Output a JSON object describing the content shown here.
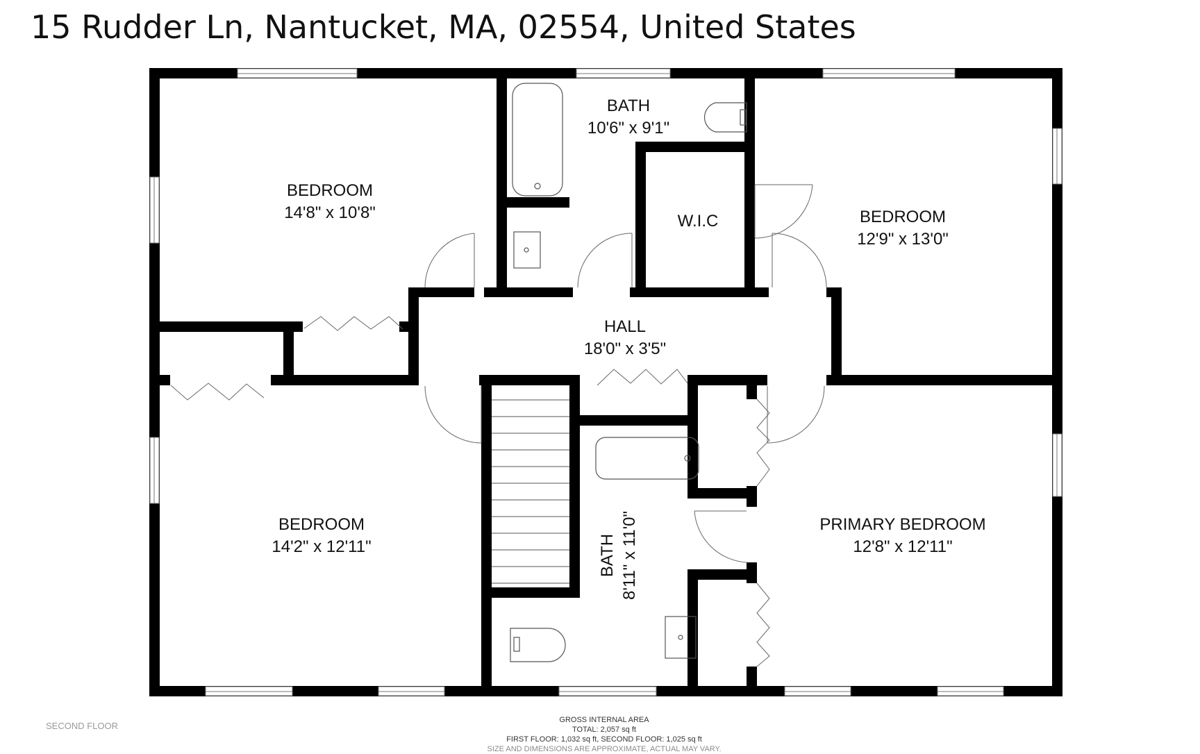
{
  "address": "15 Rudder Ln, Nantucket, MA, 02554, United States",
  "floor_name": "SECOND FLOOR",
  "rooms": {
    "bedroom_nw": {
      "name": "BEDROOM",
      "dims": "14'8\" x 10'8\""
    },
    "bath_top": {
      "name": "BATH",
      "dims": "10'6\" x 9'1\""
    },
    "wic": {
      "name": "W.I.C",
      "dims": ""
    },
    "bedroom_ne": {
      "name": "BEDROOM",
      "dims": "12'9\" x 13'0\""
    },
    "hall": {
      "name": "HALL",
      "dims": "18'0\" x 3'5\""
    },
    "bedroom_sw": {
      "name": "BEDROOM",
      "dims": "14'2\" x 12'11\""
    },
    "bath_mid": {
      "name": "BATH",
      "dims": "8'11\" x 11'0\""
    },
    "primary_bedroom": {
      "name": "PRIMARY BEDROOM",
      "dims": "12'8\" x 12'11\""
    }
  },
  "area": {
    "heading": "GROSS INTERNAL AREA",
    "total": "TOTAL: 2,057 sq ft",
    "floors": "FIRST FLOOR: 1,032 sq ft, SECOND FLOOR: 1,025 sq ft",
    "disclaimer": "SIZE AND DIMENSIONS ARE APPROXIMATE, ACTUAL MAY VARY."
  },
  "colors": {
    "wall": "#000000",
    "fixture": "#555555",
    "background": "#ffffff"
  }
}
